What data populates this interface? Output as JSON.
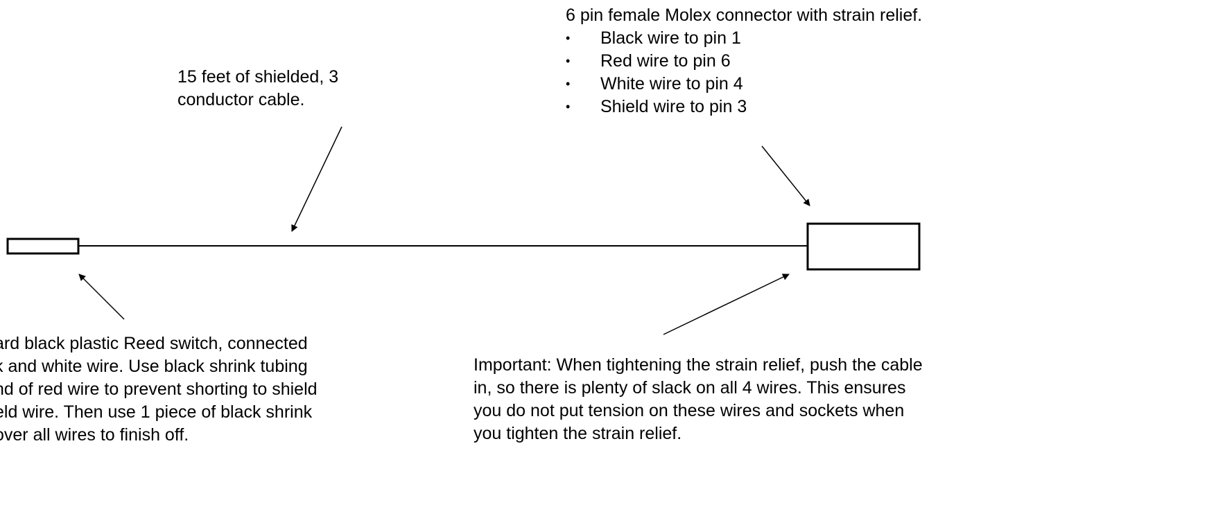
{
  "cable_label": {
    "line1": "15 feet of shielded, 3",
    "line2": "conductor cable."
  },
  "molex": {
    "title": "6 pin female Molex connector with strain relief.",
    "items": [
      "Black wire to pin 1",
      "Red wire to pin 6",
      "White wire to pin 4",
      "Shield wire to pin 3"
    ]
  },
  "reed_note": {
    "line1": "ard black plastic Reed switch, connected",
    "line2": "k and white wire.  Use black shrink tubing",
    "line3": "nd of red wire to prevent shorting to shield",
    "line4": "eld wire.  Then use 1 piece of  black shrink",
    "line5": " over all wires to finish off."
  },
  "important_note": {
    "line1": "Important:  When tightening the strain relief, push the cable",
    "line2": "in, so there is plenty of slack on all 4 wires.  This ensures",
    "line3": "you do not put tension on these wires and sockets when",
    "line4": "you tighten the strain relief."
  }
}
